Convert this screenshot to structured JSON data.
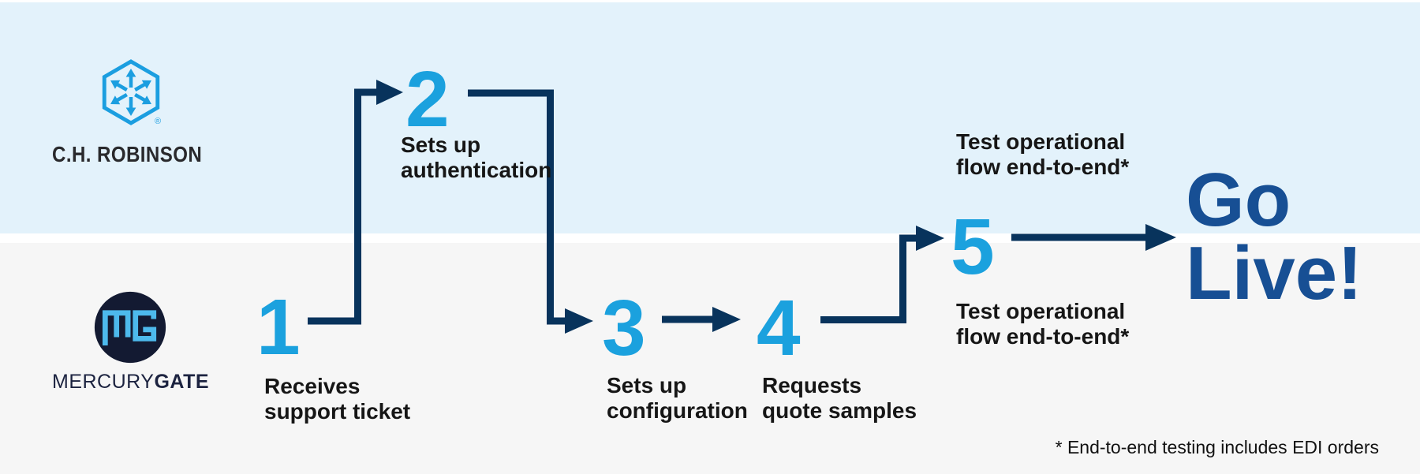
{
  "companies": {
    "chr": {
      "name": "C.H. ROBINSON",
      "registered": "®"
    },
    "mg": {
      "prefix": "MERCURY",
      "suffix": "GATE"
    }
  },
  "steps": [
    {
      "number": "1",
      "line1": "Receives",
      "line2": "support ticket"
    },
    {
      "number": "2",
      "line1": "Sets up",
      "line2": "authentication"
    },
    {
      "number": "3",
      "line1": "Sets up",
      "line2": "configuration"
    },
    {
      "number": "4",
      "line1": "Requests",
      "line2": "quote samples"
    },
    {
      "number": "5",
      "label_above": {
        "line1": "Test operational",
        "line2": "flow end-to-end*"
      },
      "label_below": {
        "line1": "Test operational",
        "line2": "flow end-to-end*"
      }
    }
  ],
  "go_live": {
    "line1": "Go",
    "line2": "Live!"
  },
  "footnote": "* End-to-end testing includes EDI orders",
  "icons": {
    "chr_logo": "hexagon-arrows-logo-icon",
    "mg_logo": "mg-monogram-circle-icon"
  },
  "colors": {
    "top_bg": "#e3f2fb",
    "bottom_bg": "#f6f6f6",
    "divider": "#ffffff",
    "step_number": "#1ba1de",
    "arrow": "#08335c",
    "go_live": "#174f94",
    "label_text": "#161616",
    "chr_blue": "#1b9ee0",
    "chr_text": "#29292c",
    "mg_circle": "#131a32",
    "mg_monogram": "#4db9ec",
    "mg_wordmark": "#1c2340"
  }
}
